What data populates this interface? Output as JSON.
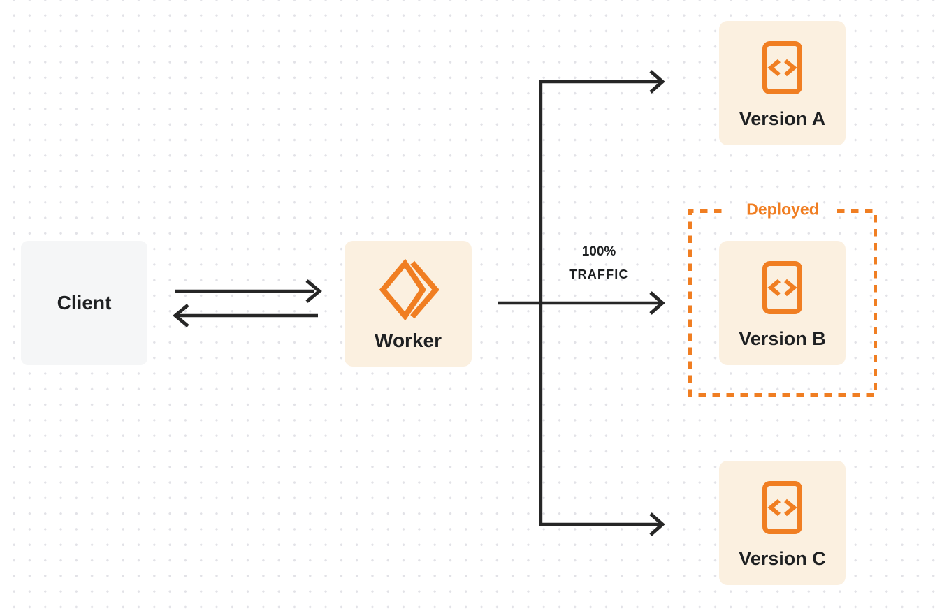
{
  "diagram": {
    "client": {
      "label": "Client"
    },
    "worker": {
      "label": "Worker"
    },
    "traffic": {
      "percent": "100%",
      "word": "TRAFFIC"
    },
    "deployed": {
      "label": "Deployed"
    },
    "versions": [
      {
        "label": "Version A"
      },
      {
        "label": "Version B"
      },
      {
        "label": "Version C"
      }
    ]
  },
  "icons": {
    "worker": "workers-logo-icon",
    "version": "code-document-icon"
  },
  "colors": {
    "accent_orange": "#F07E22",
    "node_fill_cream": "#FBF0E0",
    "client_fill_gray": "#F5F6F7",
    "line_dark": "#262626",
    "text_dark": "#1E2022",
    "grid_dot": "#E2E2E7",
    "background": "#FFFFFF"
  }
}
